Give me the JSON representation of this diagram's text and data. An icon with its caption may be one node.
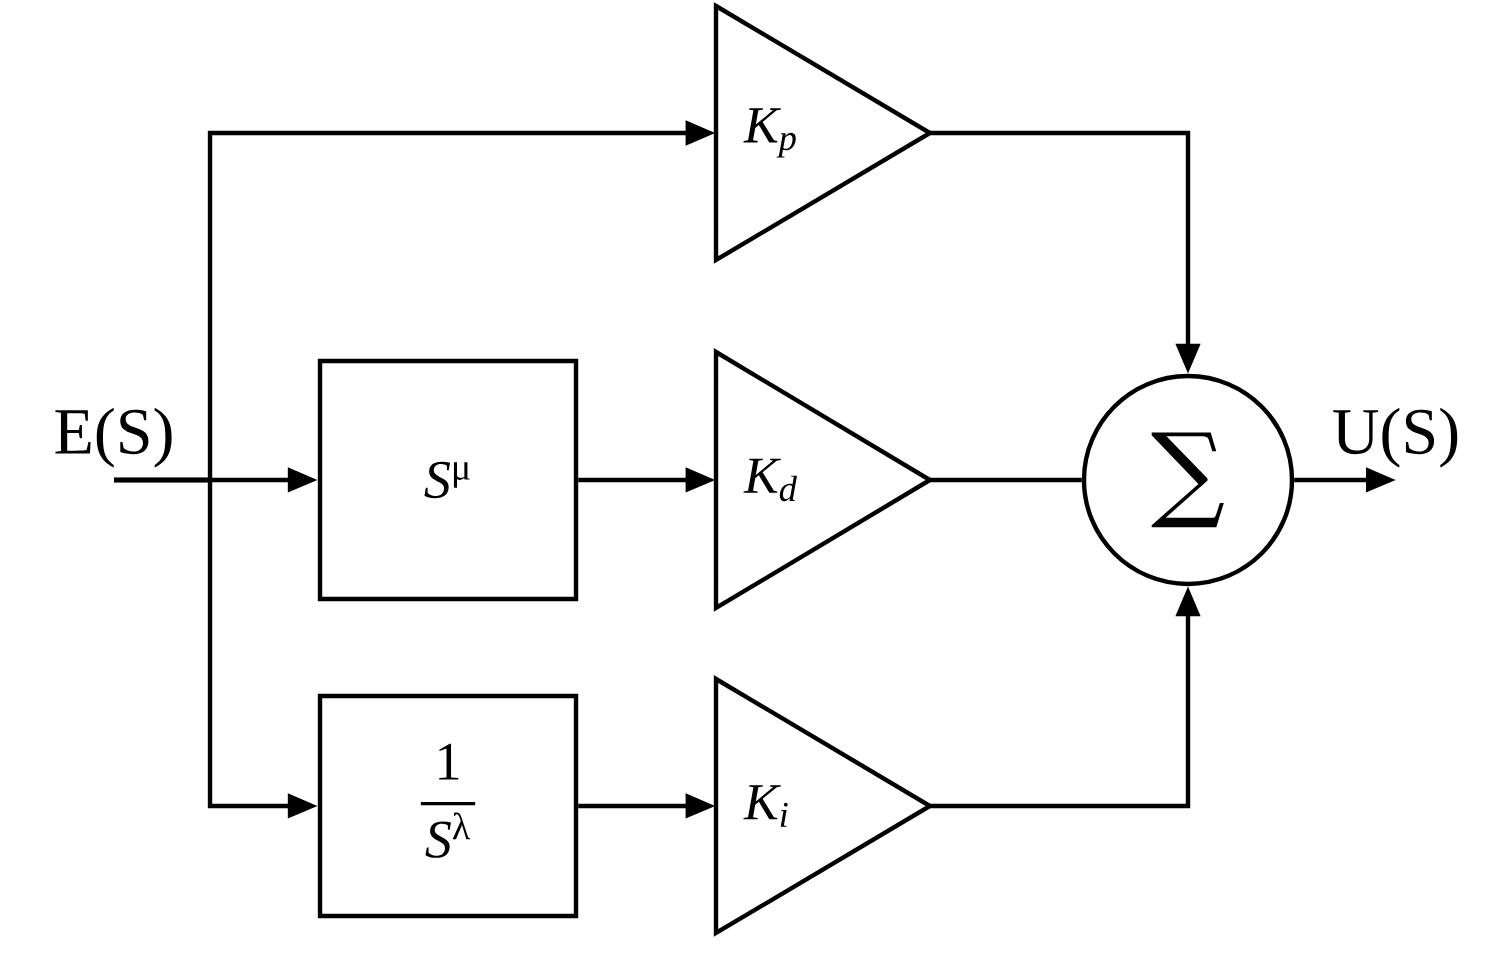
{
  "diagram": {
    "nodes": [
      {
        "text": [
          "K$_{p}$"
        ]
      },
      {
        "text": [
          "E(S)"
        ]
      },
      {
        "text": [
          "*S*$^{μ}$"
        ]
      },
      {
        "text": [
          "K$_{d}$"
        ]
      },
      {
        "text": [
          "∑"
        ]
      },
      {
        "text": [
          "U(S)"
        ]
      },
      {
        "text": [
          "1",
          "*S*$^{λ}$"
        ]
      },
      {
        "text": [
          "K$_{i}$"
        ]
      }
    ],
    "edges": [
      {
        "from": 1,
        "to": 0,
        "arrow": "to"
      },
      {
        "from": 1,
        "to": 2,
        "arrow": "to"
      },
      {
        "from": 1,
        "to": 6,
        "arrow": "to"
      },
      {
        "from": 2,
        "to": 3,
        "arrow": "to"
      },
      {
        "from": 6,
        "to": 7,
        "arrow": "to"
      },
      {
        "from": 0,
        "to": 4,
        "arrow": "to"
      },
      {
        "from": 3,
        "to": 4,
        "arrow": "none"
      },
      {
        "from": 7,
        "to": 4,
        "arrow": "to"
      },
      {
        "from": 4,
        "to": 5,
        "arrow": "to"
      }
    ]
  }
}
